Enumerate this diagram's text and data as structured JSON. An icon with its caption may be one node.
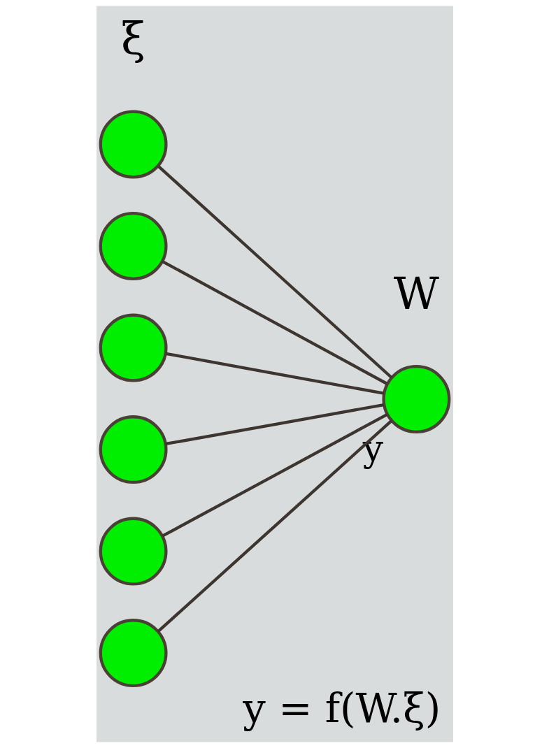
{
  "diagram": {
    "caption": "y = f(W.ξ)",
    "nodes": [
      {
        "text": [],
        "shape": "circle"
      },
      {
        "text": [],
        "shape": "circle"
      },
      {
        "text": [],
        "shape": "circle"
      },
      {
        "text": [],
        "shape": "circle"
      },
      {
        "text": [],
        "shape": "circle"
      },
      {
        "text": [],
        "shape": "circle"
      },
      {
        "text": [],
        "shape": "circle",
        "beside": [
          "y"
        ]
      }
    ],
    "edges": [
      {
        "from": 0,
        "to": 6,
        "arrow": "none"
      },
      {
        "from": 1,
        "to": 6,
        "arrow": "none"
      },
      {
        "from": 2,
        "to": 6,
        "arrow": "none"
      },
      {
        "from": 3,
        "to": 6,
        "arrow": "none"
      },
      {
        "from": 4,
        "to": 6,
        "arrow": "none"
      },
      {
        "from": 5,
        "to": 6,
        "arrow": "none"
      }
    ],
    "labels": [
      "W",
      "ξ"
    ]
  }
}
